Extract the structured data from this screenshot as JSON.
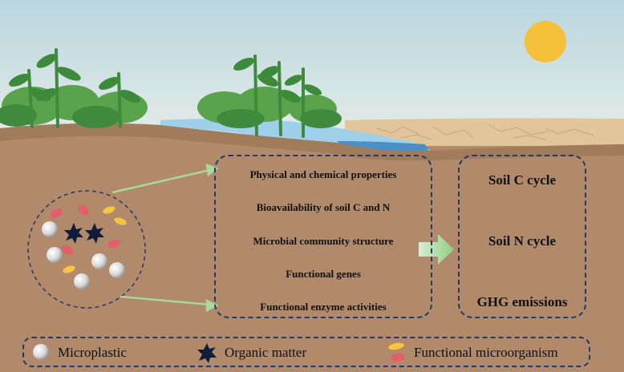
{
  "factors": [
    "Physical and chemical properties",
    "Bioavailability of soil C and N",
    "Microbial community structure",
    "Functional genes",
    "Functional enzyme activities"
  ],
  "cycles": [
    "Soil C cycle",
    "Soil N cycle",
    "GHG emissions"
  ],
  "legend": {
    "microplastic": "Microplastic",
    "organic_matter": "Organic matter",
    "functional_microorganism": "Functional microorganism"
  },
  "colors": {
    "sky_top": "#b9d6df",
    "sky_bottom": "#e2ebe6",
    "soil": "#b08a6a",
    "dry_soil": "#e2c59a",
    "water": "#4a8fc6",
    "dash_border": "#243a66",
    "arrow": "#a8d7a0",
    "sun": "#f5c03a",
    "plant": "#3f8a3c"
  }
}
